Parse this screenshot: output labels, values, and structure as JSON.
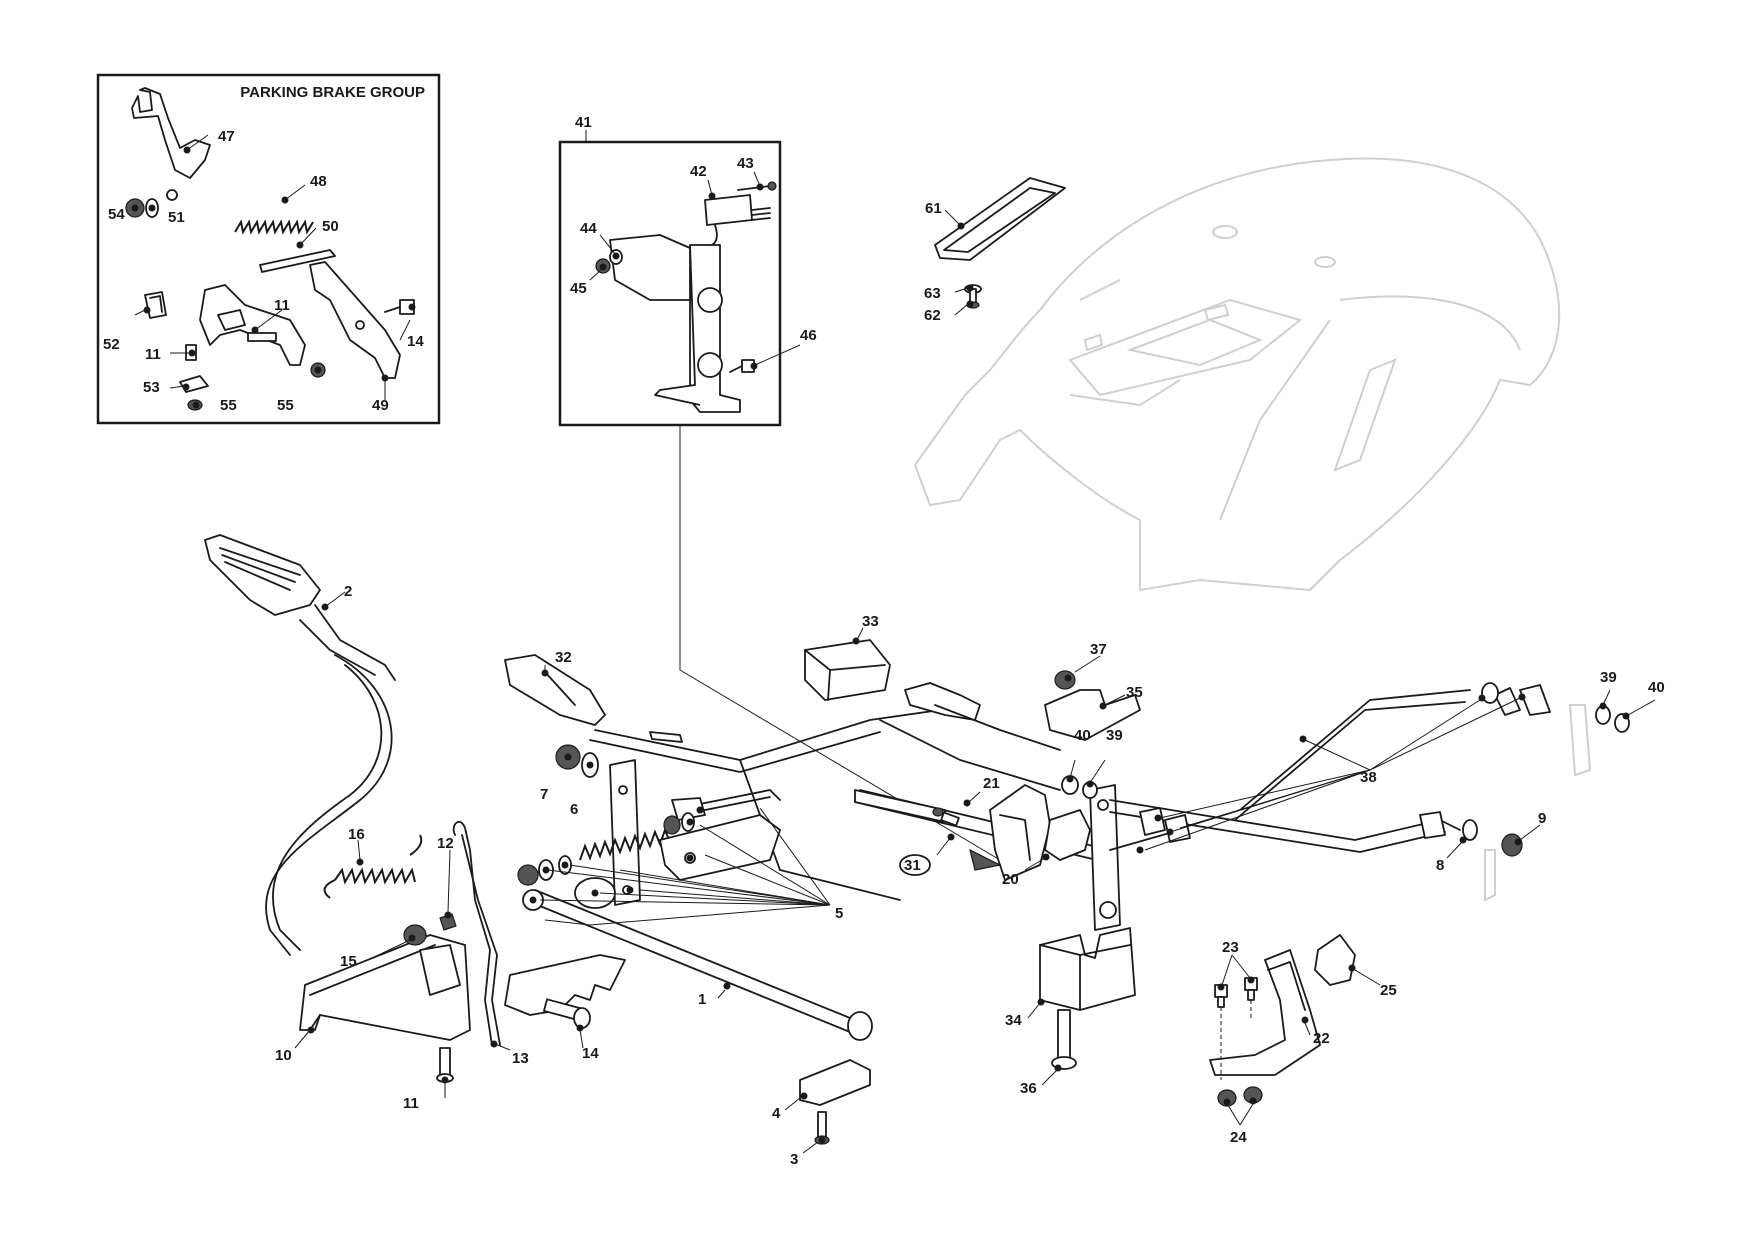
{
  "inset_parking_brake": {
    "title": "PARKING BRAKE GROUP"
  },
  "inset_switch": {
    "ref": "41"
  },
  "callouts": {
    "c1": "1",
    "c2": "2",
    "c3": "3",
    "c4": "4",
    "c5": "5",
    "c6": "6",
    "c7": "7",
    "c8": "8",
    "c9": "9",
    "c10": "10",
    "c11a": "11",
    "c11b": "11",
    "c11c": "11",
    "c12": "12",
    "c13": "13",
    "c14a": "14",
    "c14b": "14",
    "c15": "15",
    "c16": "16",
    "c20": "20",
    "c21": "21",
    "c22": "22",
    "c23": "23",
    "c24": "24",
    "c25": "25",
    "c31": "31",
    "c32": "32",
    "c33": "33",
    "c34": "34",
    "c35": "35",
    "c36": "36",
    "c37": "37",
    "c38": "38",
    "c39a": "39",
    "c39b": "39",
    "c40a": "40",
    "c40b": "40",
    "c42": "42",
    "c43": "43",
    "c44": "44",
    "c45": "45",
    "c46": "46",
    "c47": "47",
    "c48": "48",
    "c49": "49",
    "c50": "50",
    "c51": "51",
    "c52": "52",
    "c53": "53",
    "c54": "54",
    "c55a": "55",
    "c55b": "55",
    "c61": "61",
    "c62": "62",
    "c63": "63"
  }
}
